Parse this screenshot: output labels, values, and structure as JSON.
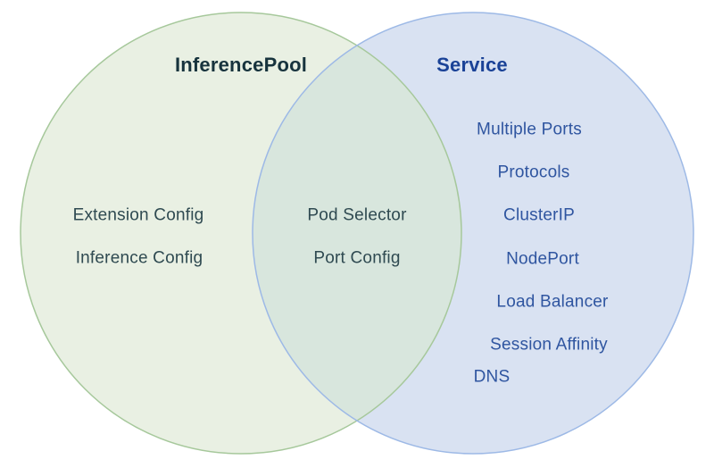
{
  "diagram": {
    "type": "venn",
    "left_circle": {
      "title": "InferencePool",
      "items": [
        "Extension Config",
        "Inference Config"
      ]
    },
    "intersection": {
      "items": [
        "Pod Selector",
        "Port Config"
      ]
    },
    "right_circle": {
      "title": "Service",
      "items": [
        "Multiple Ports",
        "Protocols",
        "ClusterIP",
        "NodePort",
        "Load Balancer",
        "Session Affinity",
        "DNS"
      ]
    },
    "colors": {
      "left_fill": "#e9f0e3",
      "left_stroke": "#a6c89b",
      "right_fill": "#d9e2f2",
      "right_stroke": "#9db9e6",
      "overlap_fill": "#d8e6dd",
      "left_title_text": "#17333d",
      "left_item_text": "#2f4a51",
      "right_title_text": "#1a4297",
      "right_item_text": "#2f55a0",
      "background": "#ffffff"
    }
  }
}
